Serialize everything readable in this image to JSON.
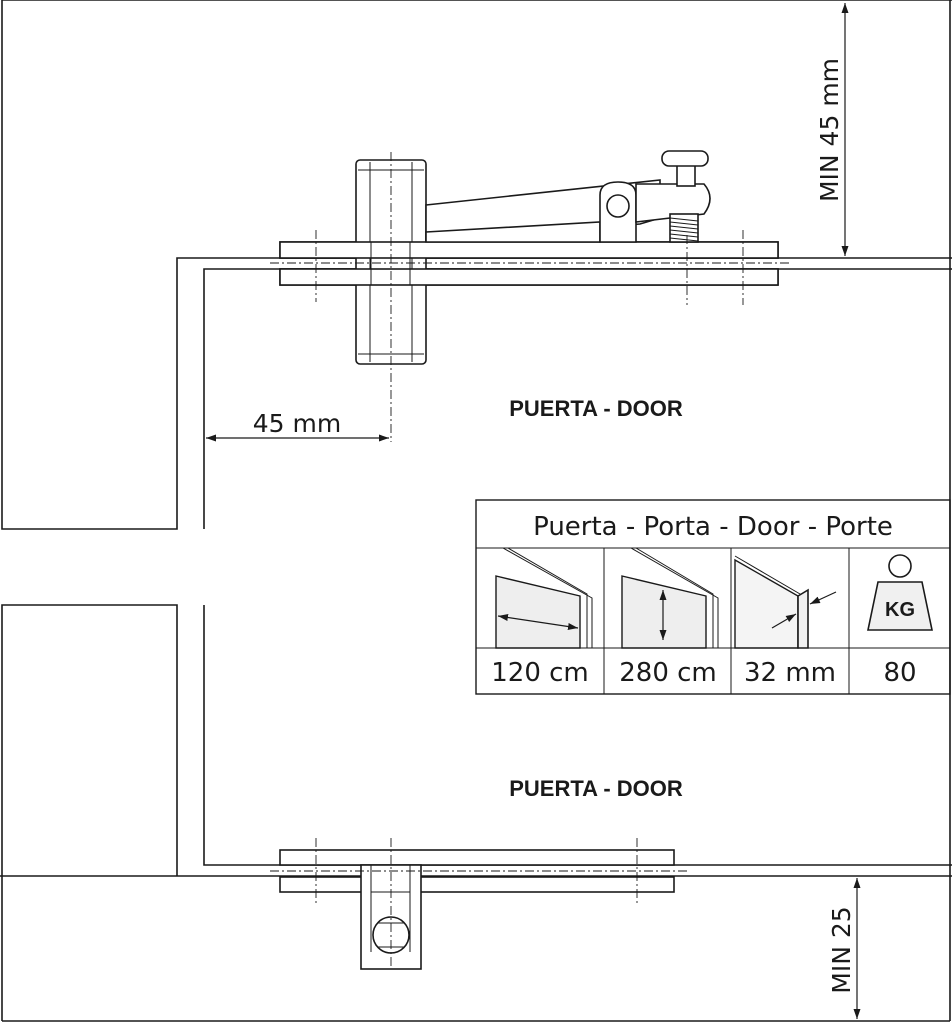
{
  "upper_detail": {
    "door_label": "PUERTA - DOOR",
    "dim_horizontal": "45 mm",
    "dim_vertical": "MIN 45 mm"
  },
  "lower_detail": {
    "door_label": "PUERTA - DOOR",
    "dim_vertical": "MIN 25"
  },
  "spec_table": {
    "title": "Puerta - Porta - Door - Porte",
    "columns": [
      {
        "icon": "door-width-icon",
        "value": "120 cm"
      },
      {
        "icon": "door-height-icon",
        "value": "280 cm"
      },
      {
        "icon": "door-thickness-icon",
        "value": "32 mm"
      },
      {
        "icon": "weight-kg-icon",
        "value": "80",
        "icon_text": "KG"
      }
    ]
  }
}
